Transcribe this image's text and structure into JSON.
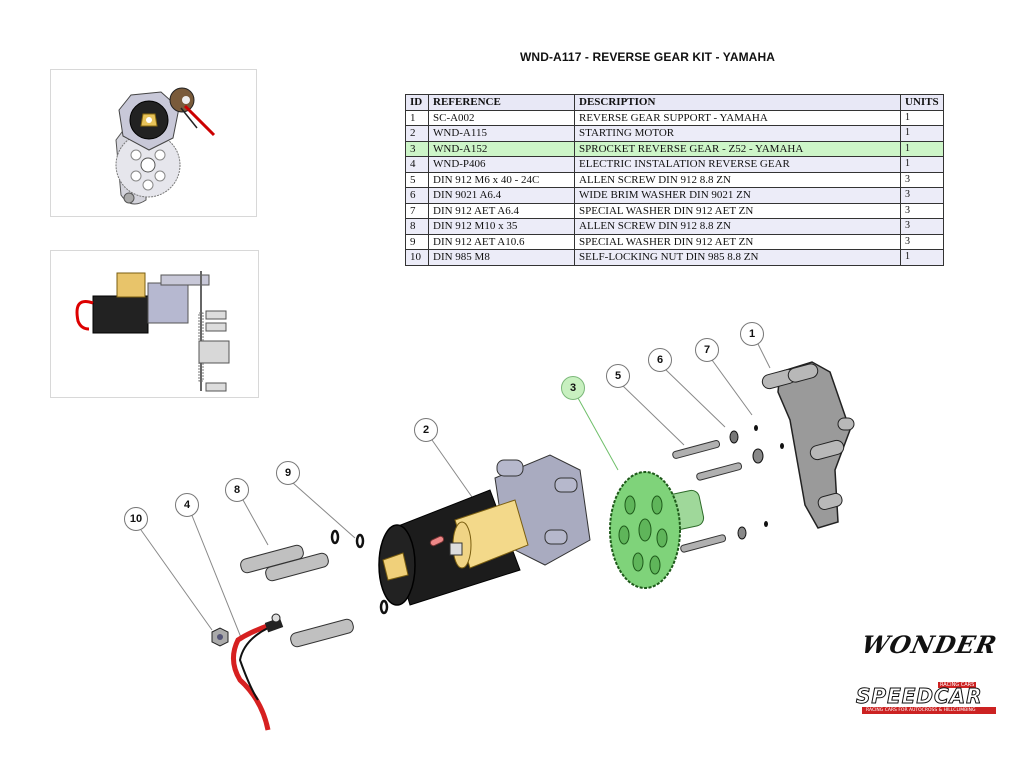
{
  "title": "WND-A117 - REVERSE GEAR KIT - YAMAHA",
  "table": {
    "headers": {
      "id": "ID",
      "reference": "REFERENCE",
      "description": "DESCRIPTION",
      "units": "UNITS"
    },
    "highlight_color": "#cdf5c8",
    "rows": [
      {
        "id": "1",
        "reference": "SC-A002",
        "description": "REVERSE GEAR SUPPORT - YAMAHA",
        "units": "1"
      },
      {
        "id": "2",
        "reference": "WND-A115",
        "description": "STARTING MOTOR",
        "units": "1"
      },
      {
        "id": "3",
        "reference": "WND-A152",
        "description": "SPROCKET REVERSE GEAR - Z52 - YAMAHA",
        "units": "1",
        "highlighted": true
      },
      {
        "id": "4",
        "reference": "WND-P406",
        "description": "ELECTRIC INSTALATION REVERSE GEAR",
        "units": "1"
      },
      {
        "id": "5",
        "reference": "DIN 912 M6 x 40 - 24C",
        "description": "ALLEN SCREW DIN 912 8.8 ZN",
        "units": "3"
      },
      {
        "id": "6",
        "reference": "DIN 9021 A6.4",
        "description": "WIDE BRIM WASHER DIN 9021 ZN",
        "units": "3"
      },
      {
        "id": "7",
        "reference": "DIN 912 AET A6.4",
        "description": "SPECIAL WASHER DIN 912 AET ZN",
        "units": "3"
      },
      {
        "id": "8",
        "reference": "DIN 912 M10 x 35",
        "description": "ALLEN SCREW DIN 912 8.8 ZN",
        "units": "3"
      },
      {
        "id": "9",
        "reference": "DIN 912 AET A10.6",
        "description": "SPECIAL WASHER DIN 912 AET ZN",
        "units": "3"
      },
      {
        "id": "10",
        "reference": "DIN 985 M8",
        "description": "SELF-LOCKING NUT DIN 985 8.8 ZN",
        "units": "1"
      }
    ]
  },
  "balloons": [
    "1",
    "2",
    "3",
    "4",
    "5",
    "6",
    "7",
    "8",
    "9",
    "10"
  ],
  "thumbnails": [
    "front-view",
    "side-view"
  ],
  "logos": {
    "wonder": "WONDER",
    "speedcar": "SPEEDCAR",
    "speedcar_tag": "RACING CARS",
    "speedcar_strap": "RACING CARS FOR AUTOCROSS & HILLCLIMBING"
  },
  "colors": {
    "highlight_part": "#7fd37a",
    "cable": "#d62020",
    "motor_body": "#1a1a1a",
    "solenoid": "#f3d98a",
    "housing": "#a9abc0",
    "bracket": "#8a8a8a"
  }
}
